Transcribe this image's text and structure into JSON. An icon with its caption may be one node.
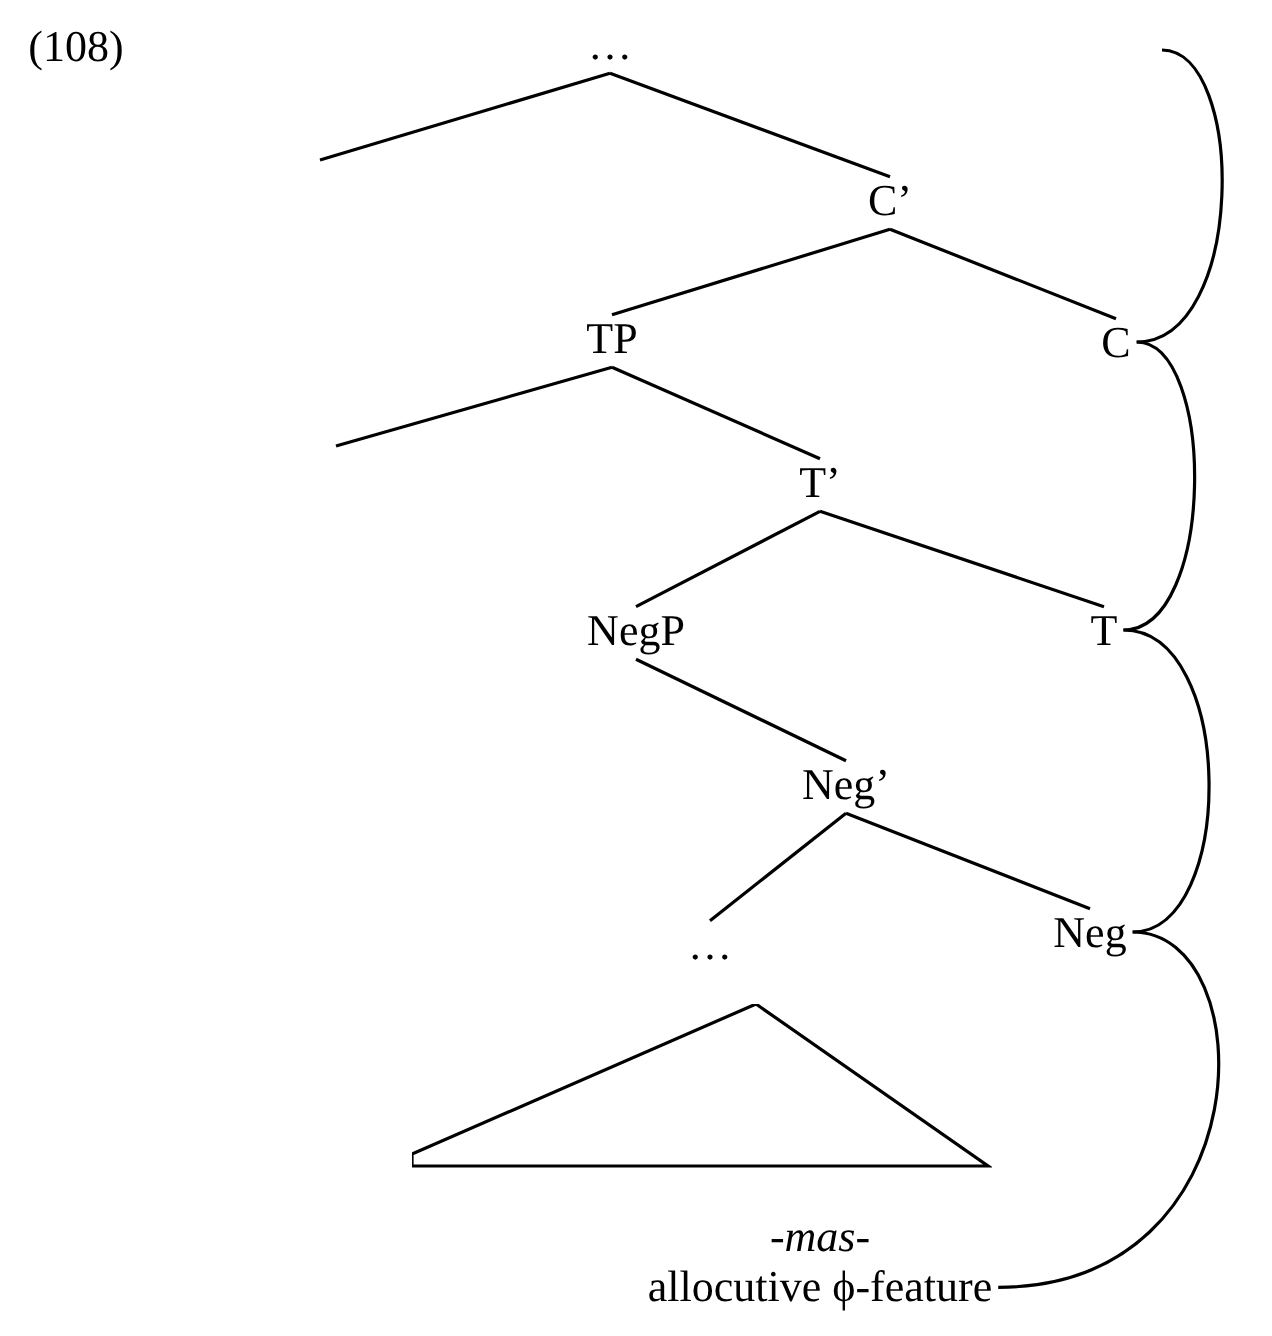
{
  "diagram": {
    "nodes": [
      {
        "text": [
          "…"
        ]
      },
      {
        "text": [
          "C’"
        ]
      },
      {
        "text": [
          "TP"
        ]
      },
      {
        "text": [
          "C"
        ]
      },
      {
        "text": [
          "T’"
        ]
      },
      {
        "text": [
          "NegP"
        ]
      },
      {
        "text": [
          "T"
        ]
      },
      {
        "text": [
          "Neg’"
        ]
      },
      {
        "text": [
          "…"
        ]
      },
      {
        "text": [
          "Neg"
        ]
      },
      {
        "text": [],
        "shape": "triangle"
      },
      {
        "text": [
          "-*mas*-",
          "allocutive ϕ-feature"
        ]
      }
    ],
    "edges": [
      {
        "from": 0,
        "to": null,
        "arrow": "none"
      },
      {
        "from": 0,
        "to": 1,
        "arrow": "none"
      },
      {
        "from": 1,
        "to": 2,
        "arrow": "none"
      },
      {
        "from": 1,
        "to": 3,
        "arrow": "none"
      },
      {
        "from": 2,
        "to": null,
        "arrow": "none"
      },
      {
        "from": 2,
        "to": 4,
        "arrow": "none"
      },
      {
        "from": 4,
        "to": 5,
        "arrow": "none"
      },
      {
        "from": 4,
        "to": 6,
        "arrow": "none"
      },
      {
        "from": 5,
        "to": 7,
        "arrow": "none"
      },
      {
        "from": 7,
        "to": 8,
        "arrow": "none"
      },
      {
        "from": 7,
        "to": 9,
        "arrow": "none"
      },
      {
        "from": null,
        "to": 3,
        "arrow": "none"
      },
      {
        "from": 3,
        "to": 6,
        "arrow": "none"
      },
      {
        "from": 6,
        "to": 9,
        "arrow": "none"
      },
      {
        "from": 9,
        "to": 11,
        "arrow": "none"
      }
    ],
    "labels": [
      "(108)"
    ]
  }
}
